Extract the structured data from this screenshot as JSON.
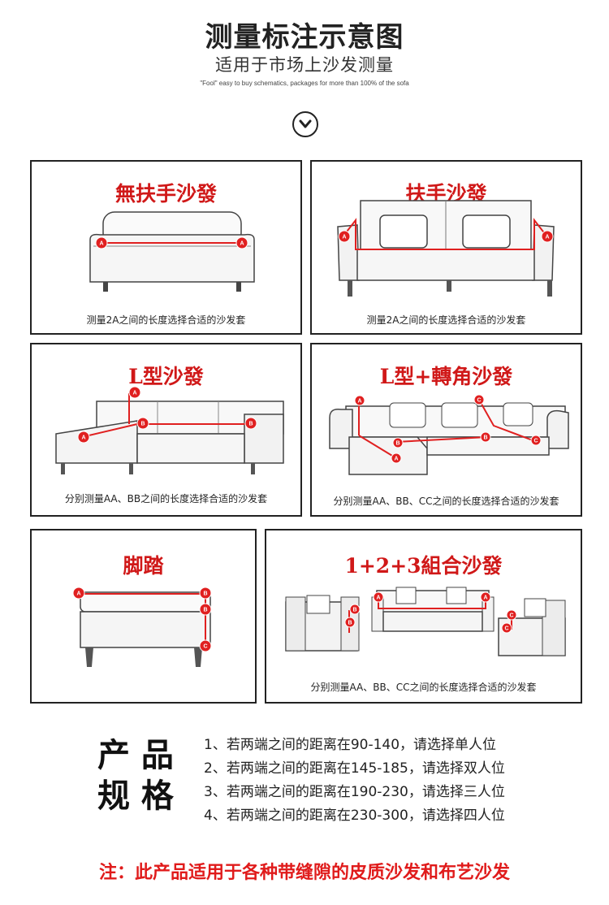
{
  "header": {
    "title": "测量标注示意图",
    "subtitle": "适用于市场上沙发测量",
    "tagline": "\"Fool\" easy to buy schematics, packages for more than 100% of the sofa"
  },
  "icons": {
    "down": "chevron-down-circle-icon"
  },
  "colors": {
    "accent": "#d01818",
    "note": "#e01b1b",
    "marker": "#e02020"
  },
  "panels": [
    {
      "title": "無扶手沙發",
      "caption": "测量2A之间的长度选择合适的沙发套",
      "markers": [
        "A",
        "A"
      ]
    },
    {
      "title": "扶手沙發",
      "caption": "测量2A之间的长度选择合适的沙发套",
      "markers": [
        "A",
        "A"
      ]
    },
    {
      "title": "L型沙發",
      "caption": "分别测量AA、BB之间的长度选择合适的沙发套",
      "markers": [
        "A",
        "A",
        "B",
        "B"
      ]
    },
    {
      "title": "L型+轉角沙發",
      "caption": "分别测量AA、BB、CC之间的长度选择合适的沙发套",
      "markers": [
        "A",
        "A",
        "B",
        "B",
        "C",
        "C"
      ]
    },
    {
      "title": "脚踏",
      "caption": "",
      "markers": [
        "A",
        "B",
        "B",
        "C"
      ]
    },
    {
      "title": "1+2+3組合沙發",
      "caption": "分别测量AA、BB、CC之间的长度选择合适的沙发套",
      "markers": [
        "B",
        "B",
        "A",
        "A",
        "C",
        "C"
      ]
    }
  ],
  "specs": {
    "label_line1": "产 品",
    "label_line2": "规 格",
    "items": [
      "1、若两端之间的距离在90-140，请选择单人位",
      "2、若两端之间的距离在145-185，请选择双人位",
      "3、若两端之间的距离在190-230，请选择三人位",
      "4、若两端之间的距离在230-300，请选择四人位"
    ]
  },
  "note": "注：此产品适用于各种带缝隙的皮质沙发和布艺沙发"
}
